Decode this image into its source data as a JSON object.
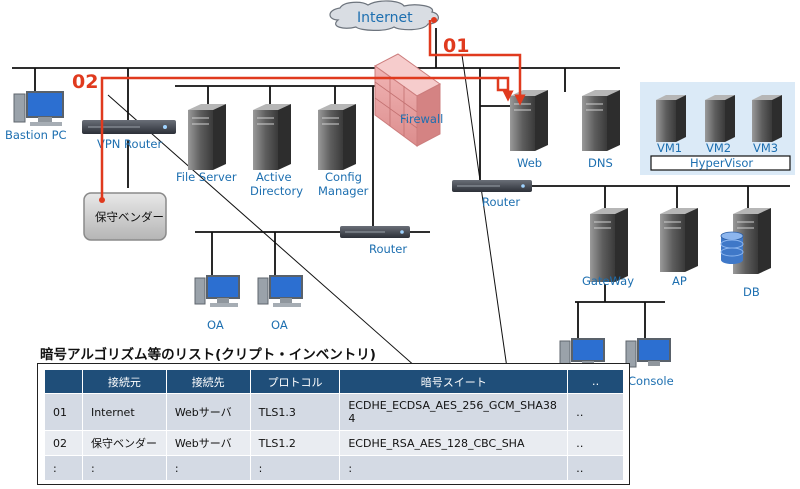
{
  "nodes": {
    "internet": "Internet",
    "firewall": "Firewall",
    "bastion_pc": "Bastion PC",
    "vpn_router": "VPN Router",
    "maintenance_vendor": "保守ベンダー",
    "file_server": "File Server",
    "active_directory_l1": "Active",
    "active_directory_l2": "Directory",
    "config_manager_l1": "Config",
    "config_manager_l2": "Manager",
    "router_center": "Router",
    "router_right": "Router",
    "web": "Web",
    "dns": "DNS",
    "vm1": "VM1",
    "vm2": "VM2",
    "vm3": "VM3",
    "hypervisor": "HyperVisor",
    "gateway": "GateWay",
    "ap": "AP",
    "db": "DB",
    "oa1": "OA",
    "oa2": "OA",
    "console": "Console"
  },
  "routes": [
    {
      "id": "01",
      "color": "#e03a1e"
    },
    {
      "id": "02",
      "color": "#e03a1e"
    }
  ],
  "colors": {
    "accent": "#e03a1e",
    "label": "#1d6fb0",
    "table_header": "#1f4e79",
    "vm_panel": "#dbeaf7"
  },
  "inventory": {
    "title": "暗号アルゴリズム等のリスト(クリプト・インベントリ)",
    "headers": [
      "",
      "接続元",
      "接続先",
      "プロトコル",
      "暗号スイート",
      "‥"
    ],
    "rows": [
      {
        "no": "01",
        "source": "Internet",
        "destination": "Webサーバ",
        "protocol": "TLS1.3",
        "suite": "ECDHE_ECDSA_AES_256_GCM_SHA384",
        "more": "‥"
      },
      {
        "no": "02",
        "source": "保守ベンダー",
        "destination": "Webサーバ",
        "protocol": "TLS1.2",
        "suite": "ECDHE_RSA_AES_128_CBC_SHA",
        "more": "‥"
      },
      {
        "no": ":",
        "source": ":",
        "destination": ":",
        "protocol": ":",
        "suite": ":",
        "more": "‥"
      }
    ]
  }
}
